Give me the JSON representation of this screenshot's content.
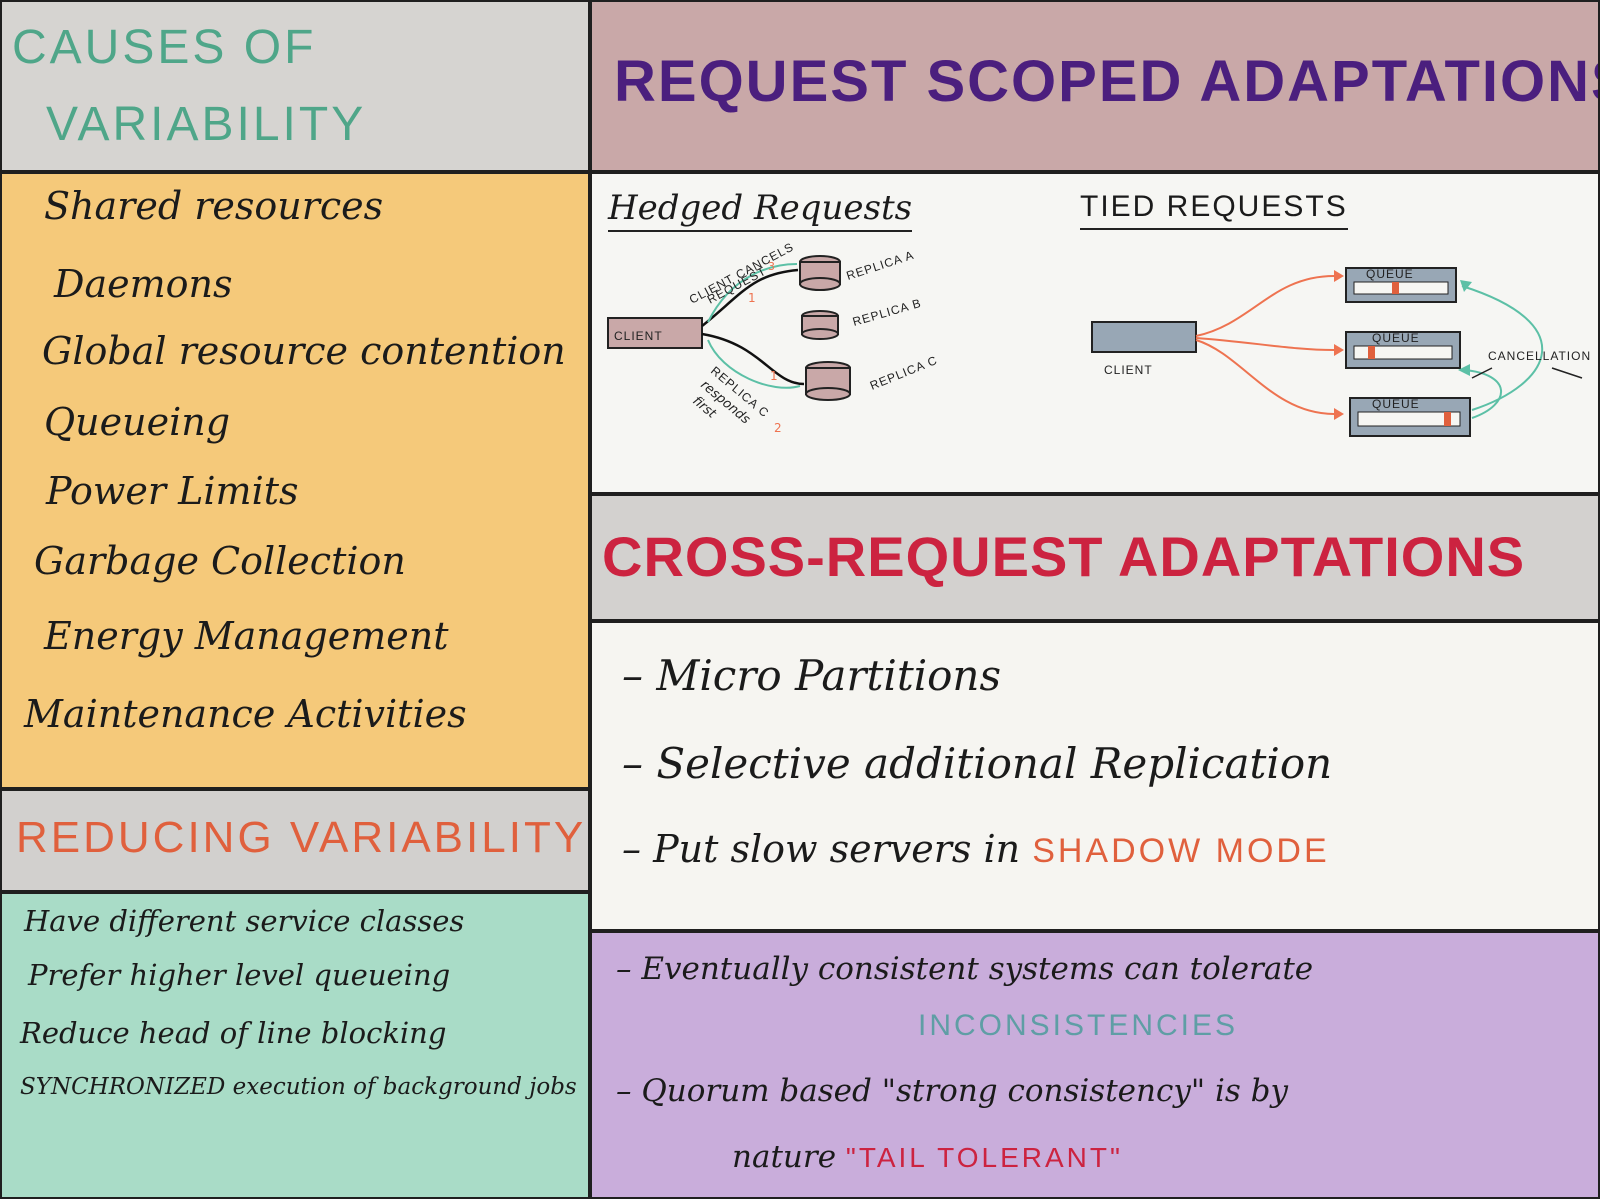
{
  "causes": {
    "title_line1": "Causes of",
    "title_line2": "Variability",
    "items": [
      "Shared resources",
      "Daemons",
      "Global resource contention",
      "Queueing",
      "Power Limits",
      "Garbage Collection",
      "Energy Management",
      "Maintenance Activities"
    ]
  },
  "reducing": {
    "title": "Reducing Variability",
    "items": [
      "Have different service classes",
      "Prefer higher level queueing",
      "Reduce head of line blocking",
      "SYNCHRONIZED execution of background jobs"
    ]
  },
  "request_scoped": {
    "title": "Request Scoped Adaptations",
    "hedged": {
      "title": "Hedged Requests",
      "client": "CLIENT",
      "replicas": [
        "REPLICA A",
        "REPLICA B",
        "REPLICA C"
      ],
      "note_cancel_line1": "CLIENT CANCELS",
      "note_cancel_line2": "REQUEST",
      "note_cancel_num": "3",
      "note_first_line1": "REPLICA C",
      "note_first_line2": "responds",
      "note_first_line3": "first",
      "note_first_num": "2",
      "step_one": "1"
    },
    "tied": {
      "title": "Tied Requests",
      "client": "CLIENT",
      "queue": "QUEUE",
      "cancellation": "CANCELLATION"
    }
  },
  "cross_request": {
    "title": "Cross-Request Adaptations",
    "items": [
      {
        "prefix": "– ",
        "text": "Micro Partitions"
      },
      {
        "prefix": "– ",
        "text": "Selective additional Replication"
      },
      {
        "prefix": "– ",
        "text": "Put slow servers in ",
        "highlight": "SHADOW MODE"
      }
    ]
  },
  "consistency": {
    "item1_line1": "– Eventually consistent systems can tolerate",
    "item1_highlight": "INCONSISTENCIES",
    "item2_line1": "– Quorum based \"strong consistency\" is by",
    "item2_line2_prefix": "nature ",
    "item2_highlight": "\"TAIL TOLERANT\""
  },
  "colors": {
    "teal": "#4fa689",
    "purple": "#4b1f7e",
    "red": "#cc2340",
    "orange": "#e0603d",
    "arrow_teal": "#5cc0a6",
    "arrow_orange": "#ee7350"
  }
}
